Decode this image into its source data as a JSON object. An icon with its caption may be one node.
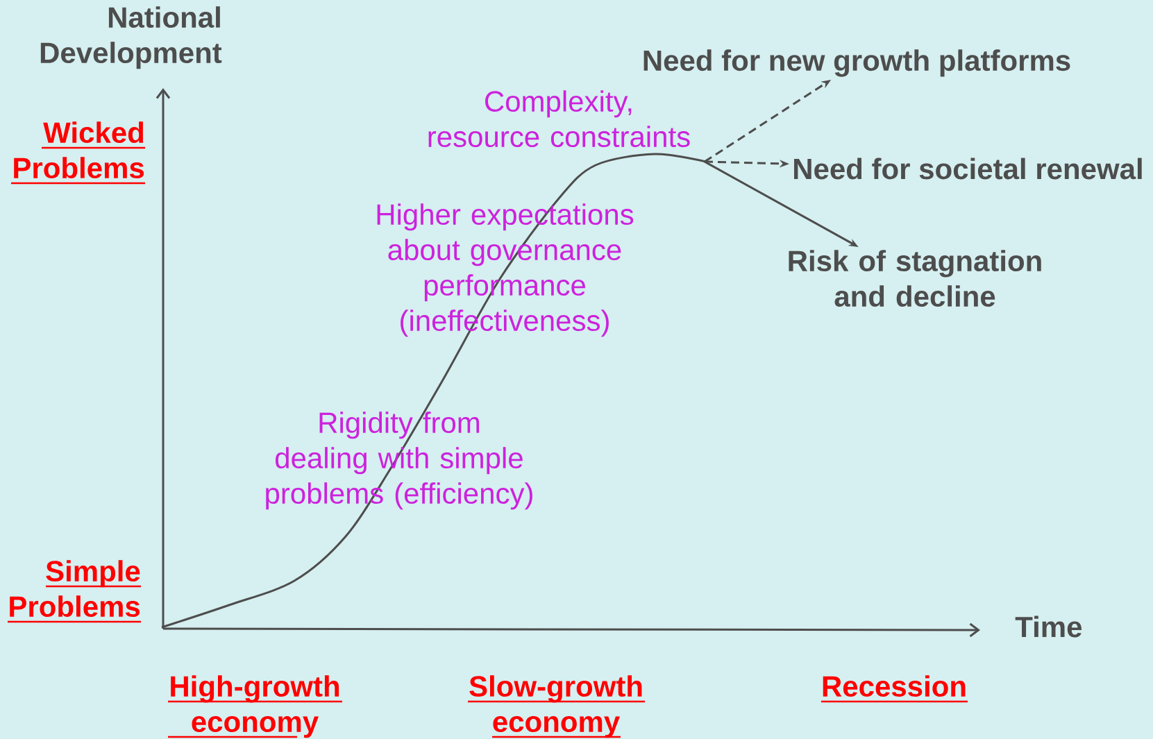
{
  "diagram": {
    "nodes": [
      {
        "text": [
          "Need for new growth platforms"
        ]
      },
      {
        "text": [
          "Need for societal renewal"
        ]
      },
      {
        "text": [
          "Risk of stagnation and decline"
        ]
      }
    ],
    "edges": [
      {
        "from": null,
        "to": 0,
        "arrow": "to",
        "style": "dashed"
      },
      {
        "from": null,
        "to": 1,
        "arrow": "to",
        "style": "dashed"
      },
      {
        "from": null,
        "to": 2,
        "arrow": "to"
      }
    ],
    "labels": [
      "National Development",
      "Wicked Problems",
      "Simple Problems",
      "Time",
      "Complexity, resource constraints",
      "Higher expectations about governance performance (ineffectiveness)",
      "Rigidity from dealing with simple problems (efficiency)",
      "High-growth economy",
      "Slow-growth economy",
      "Recession"
    ]
  }
}
